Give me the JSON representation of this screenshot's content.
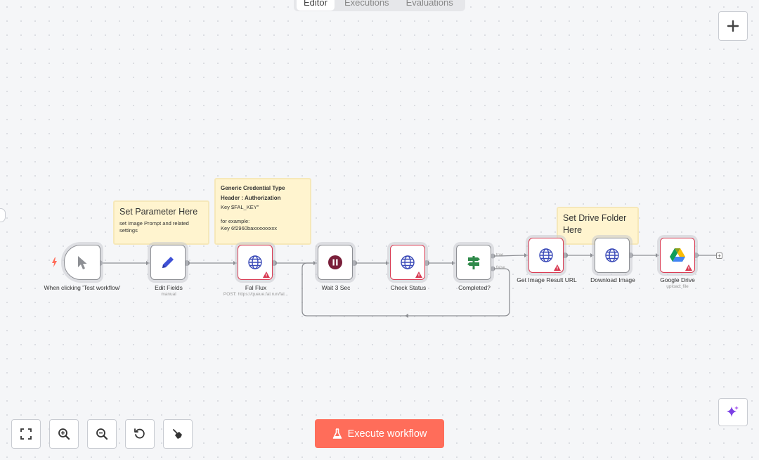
{
  "tabs": [
    {
      "label": "Editor",
      "active": true
    },
    {
      "label": "Executions",
      "active": false
    },
    {
      "label": "Evaluations",
      "active": false
    }
  ],
  "stickies": {
    "set_parameter": {
      "title": "Set Parameter Here",
      "text": "set Image Prompt and related settings"
    },
    "credential": {
      "line1": "Generic Credential Type",
      "line2": "Header : Authorization",
      "line3": "Key $FAL_KEY\"",
      "line4": "for example:",
      "line5": "Key 6f2960baxxxxxxxxx"
    },
    "drive": {
      "title": "Set Drive Folder Here"
    }
  },
  "nodes": {
    "trigger": {
      "label": "When clicking 'Test workflow'"
    },
    "edit_fields": {
      "label": "Edit Fields",
      "sub": "manual"
    },
    "fal_flux": {
      "label": "Fal Flux",
      "sub": "POST: https://queue.fal.run/fal..."
    },
    "wait": {
      "label": "Wait 3 Sec"
    },
    "check_status": {
      "label": "Check Status"
    },
    "completed": {
      "label": "Completed?",
      "true_label": "true",
      "false_label": "false"
    },
    "get_image": {
      "label": "Get Image Result URL"
    },
    "download": {
      "label": "Download Image"
    },
    "drive": {
      "label": "Google Drive",
      "sub": "upload: file"
    }
  },
  "execute_button": {
    "label": "Execute workflow"
  },
  "colors": {
    "accent": "#ff6d5a",
    "error": "#d83a52",
    "sticky": "#fff4cf",
    "http_icon": "#3b4bb8",
    "wait_icon": "#7a1f3a"
  },
  "icons": [
    "plus-icon",
    "fit-view-icon",
    "zoom-in-icon",
    "zoom-out-icon",
    "reset-icon",
    "tidy-up-icon",
    "sparkle-icon",
    "flask-icon",
    "cursor-icon",
    "pen-icon",
    "globe-icon",
    "pause-icon",
    "signpost-icon",
    "google-drive-icon",
    "warning-icon",
    "lightning-icon"
  ]
}
